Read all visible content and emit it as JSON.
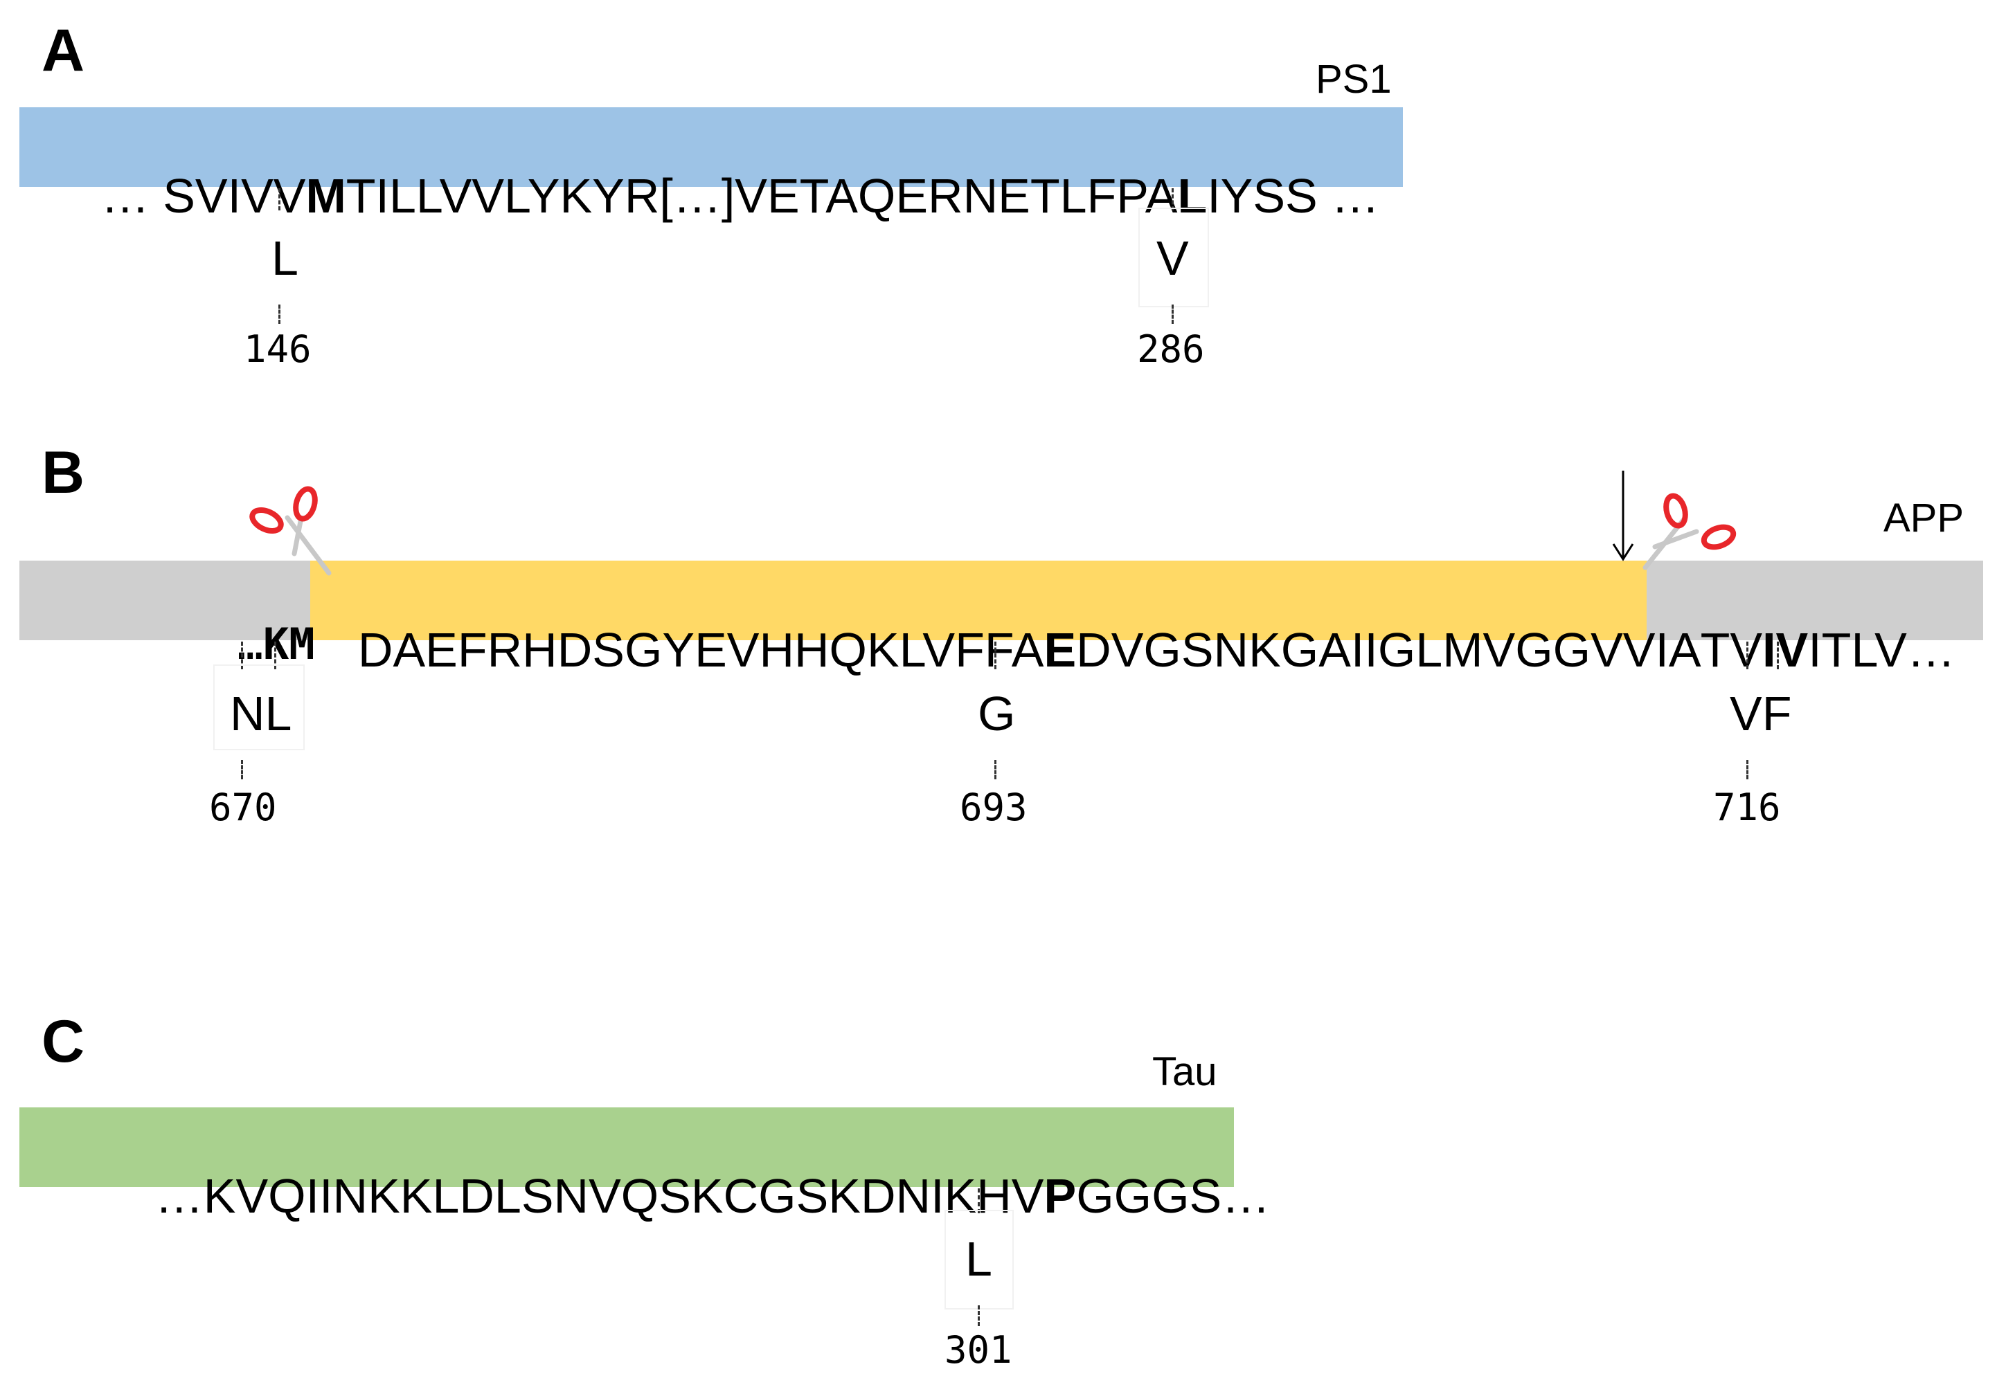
{
  "panels": {
    "a": {
      "label": "A",
      "protein": "PS1",
      "bar_color": "#9dc3e6",
      "seq_prefix": "… SVIVV",
      "seq_bold1": "M",
      "seq_mid": "TILLVVLYKYR[…]VETAQERNETLFPA",
      "seq_bold2": "L",
      "seq_suffix": "IYSS …",
      "mutations": [
        {
          "residue": "L",
          "position": "146"
        },
        {
          "residue": "V",
          "position": "286"
        }
      ]
    },
    "b": {
      "label": "B",
      "protein": "APP",
      "bar_color": "#cfcfcf",
      "abeta_color": "#ffd966",
      "left_prefix": "…",
      "left_bold": "KM",
      "abeta_pre": "DAEFRHDSGYEVHHQKLVFFA",
      "abeta_bold": "E",
      "abeta_post": "DVGSNKGAIIGLMVGGVVIA",
      "right_pre": "TV",
      "right_bold": "IV",
      "right_post": "ITLV…",
      "mutations": [
        {
          "residue": "NL",
          "position": "670"
        },
        {
          "residue": "G",
          "position": "693"
        },
        {
          "residue": "VF",
          "position": "716"
        }
      ],
      "scissor_color": "#e8262a",
      "icons": [
        "scissors-icon",
        "arrow-down-icon"
      ]
    },
    "c": {
      "label": "C",
      "protein": "Tau",
      "bar_color": "#a9d18e",
      "seq_prefix": "…KVQIINKKLDLSNVQSKCGSKDNIKHV",
      "seq_bold": "P",
      "seq_suffix": "GGGS…",
      "mutations": [
        {
          "residue": "L",
          "position": "301"
        }
      ]
    }
  }
}
